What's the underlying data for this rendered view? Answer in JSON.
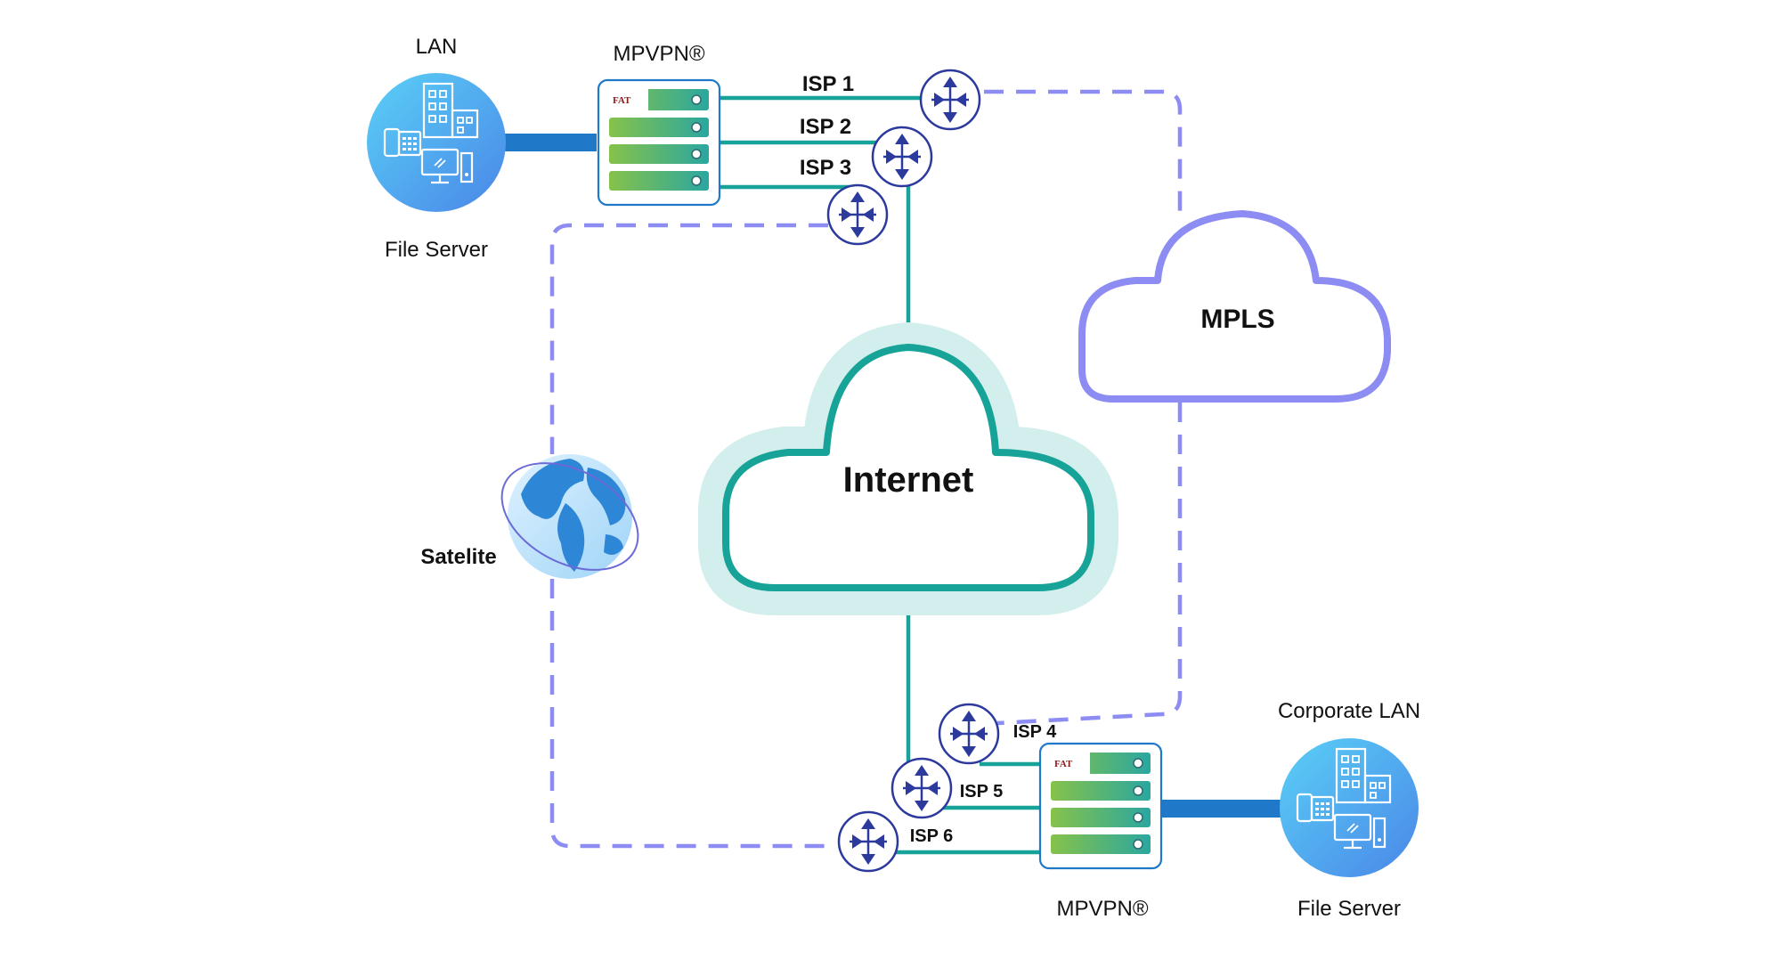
{
  "labels": {
    "lan_top": "LAN",
    "mpvpn_top": "MPVPN®",
    "file_server_top": "File Server",
    "isp1": "ISP 1",
    "isp2": "ISP 2",
    "isp3": "ISP 3",
    "internet": "Internet",
    "mpls": "MPLS",
    "satellite": "Satelite",
    "isp4": "ISP 4",
    "isp5": "ISP 5",
    "isp6": "ISP 6",
    "corporate_lan": "Corporate LAN",
    "mpvpn_bottom": "MPVPN®",
    "file_server_bottom": "File Server"
  },
  "logo_text": "FAT",
  "colors": {
    "teal": "#17a398",
    "teal_glow": "#d3efed",
    "purple": "#8c8cf2",
    "blue_link": "#1f78c8",
    "router": "#2c3a9e",
    "green_bar": "#7fc24c"
  },
  "icons": [
    "lan-circle-icon",
    "server-rack-icon",
    "router-icon",
    "cloud-icon",
    "globe-icon"
  ]
}
